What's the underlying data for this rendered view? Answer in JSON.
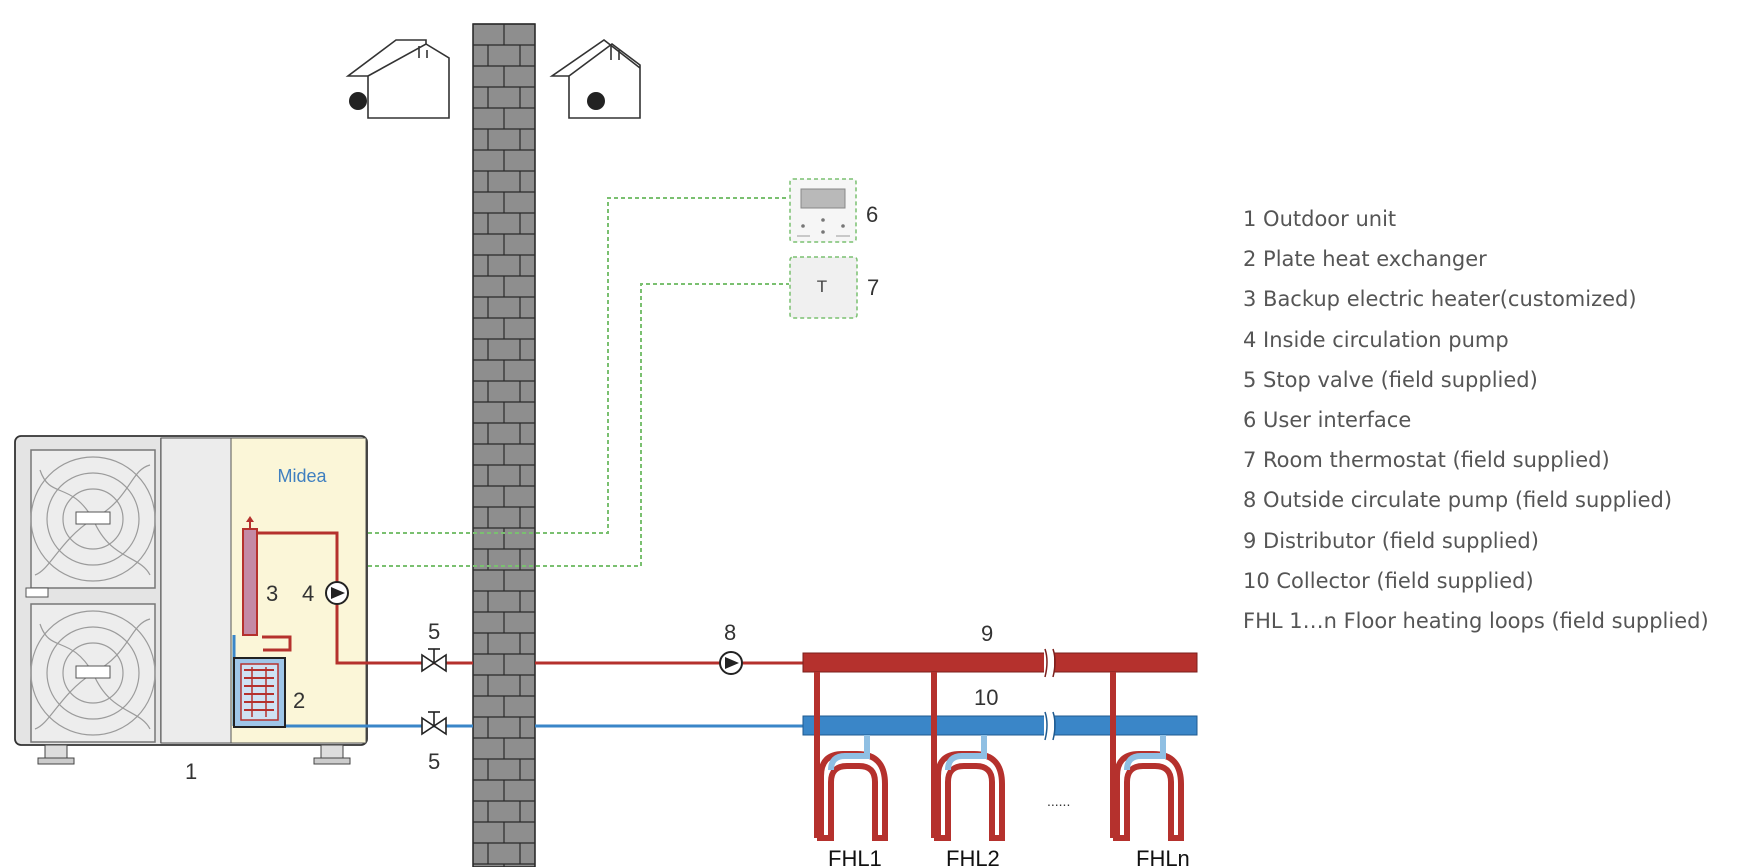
{
  "labels": {
    "outdoor_unit": "1",
    "plate_heat_exchanger": "2",
    "backup_heater": "3",
    "inside_pump": "4",
    "stop_valve_top": "5",
    "stop_valve_bottom": "5",
    "user_interface": "6",
    "room_thermostat": "7",
    "outside_pump": "8",
    "distributor": "9",
    "collector": "10",
    "thermostat_letter": "T",
    "brand": "Midea",
    "dots": "......"
  },
  "loops": [
    "FHL1",
    "FHL2",
    "FHLn"
  ],
  "legend": [
    "1  Outdoor unit",
    "2  Plate heat exchanger",
    "3  Backup electric heater(customized)",
    "4  Inside circulation pump",
    "5  Stop valve (field supplied)",
    "6  User interface",
    "7  Room thermostat (field supplied)",
    "8  Outside circulate pump (field supplied)",
    "9  Distributor (field supplied)",
    "10 Collector (field supplied)",
    "FHL 1…n Floor heating loops (field supplied)"
  ],
  "colors": {
    "hot_pipe": "#b5312d",
    "cold_pipe": "#3a86c8",
    "signal_wire": "#7ac070",
    "wall": "#8c8c8c",
    "hydro_panel": "#fbf6d8"
  }
}
